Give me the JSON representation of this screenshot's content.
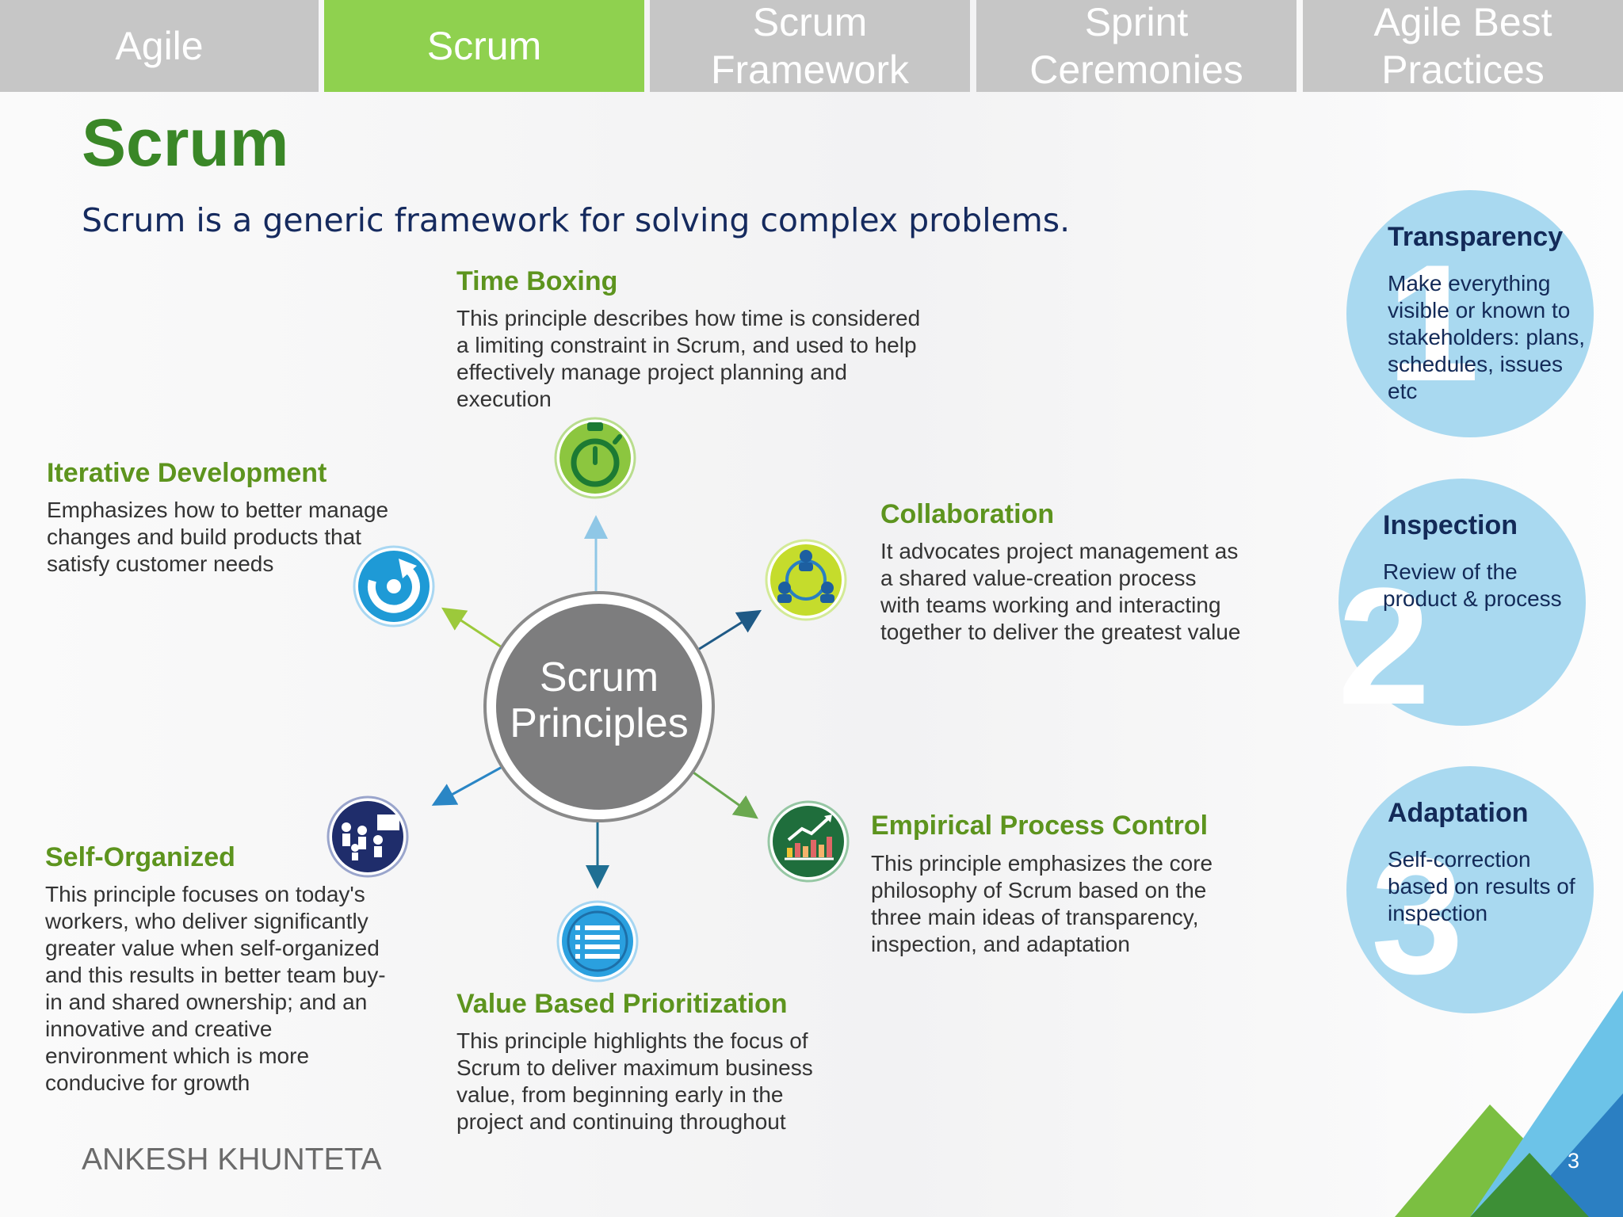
{
  "tabs": [
    {
      "label": "Agile",
      "active": false
    },
    {
      "label": "Scrum",
      "active": true
    },
    {
      "label": "Scrum\nFramework",
      "active": false
    },
    {
      "label": "Sprint\nCeremonies",
      "active": false
    },
    {
      "label": "Agile Best\nPractices",
      "active": false
    }
  ],
  "page_title": "Scrum",
  "subtitle": "Scrum is a generic framework for solving complex problems.",
  "center": {
    "line1": "Scrum",
    "line2": "Principles"
  },
  "principles": {
    "time_boxing": {
      "title": "Time Boxing",
      "text": "This principle describes how time is considered a limiting constraint in Scrum, and used to help effectively manage project planning and execution",
      "icon": "stopwatch-icon"
    },
    "iterative": {
      "title": "Iterative Development",
      "text": "Emphasizes how to better manage changes and build products that satisfy customer needs",
      "icon": "refresh-cycle-icon"
    },
    "collaboration": {
      "title": "Collaboration",
      "text": "It advocates project management as a shared value-creation process with teams working and interacting together to deliver the greatest value",
      "icon": "team-network-icon"
    },
    "empirical": {
      "title": "Empirical Process Control",
      "text": "This principle emphasizes the core philosophy of Scrum based on the three main ideas of transparency, inspection, and adaptation",
      "icon": "growth-chart-icon"
    },
    "self_organized": {
      "title": "Self-Organized",
      "text": "This principle focuses on today's workers, who deliver significantly greater value when self-organized and this results in better team buy-in and shared ownership; and an innovative and creative environment which is more conducive for growth",
      "icon": "team-meeting-icon"
    },
    "value_based": {
      "title": "Value Based Prioritization",
      "text": "This principle highlights the focus of Scrum to deliver maximum business value, from beginning early in the project and continuing throughout",
      "icon": "list-icon"
    }
  },
  "pillars": [
    {
      "number": "1",
      "title": "Transparency",
      "text": "Make everything visible or known to stakeholders: plans, schedules, issues etc"
    },
    {
      "number": "2",
      "title": "Inspection",
      "text": "Review of the product & process"
    },
    {
      "number": "3",
      "title": "Adaptation",
      "text": "Self-correction based on results of inspection"
    }
  ],
  "author": "ANKESH KHUNTETA",
  "page_number": "3",
  "colors": {
    "tab_bg": "#c6c6c6",
    "tab_active": "#8fd14f",
    "title_green": "#3a8727",
    "heading_green": "#5d941e",
    "navy": "#132a58",
    "pillar_blue": "#a9d9f0",
    "center_gray": "#7d7d7e"
  }
}
